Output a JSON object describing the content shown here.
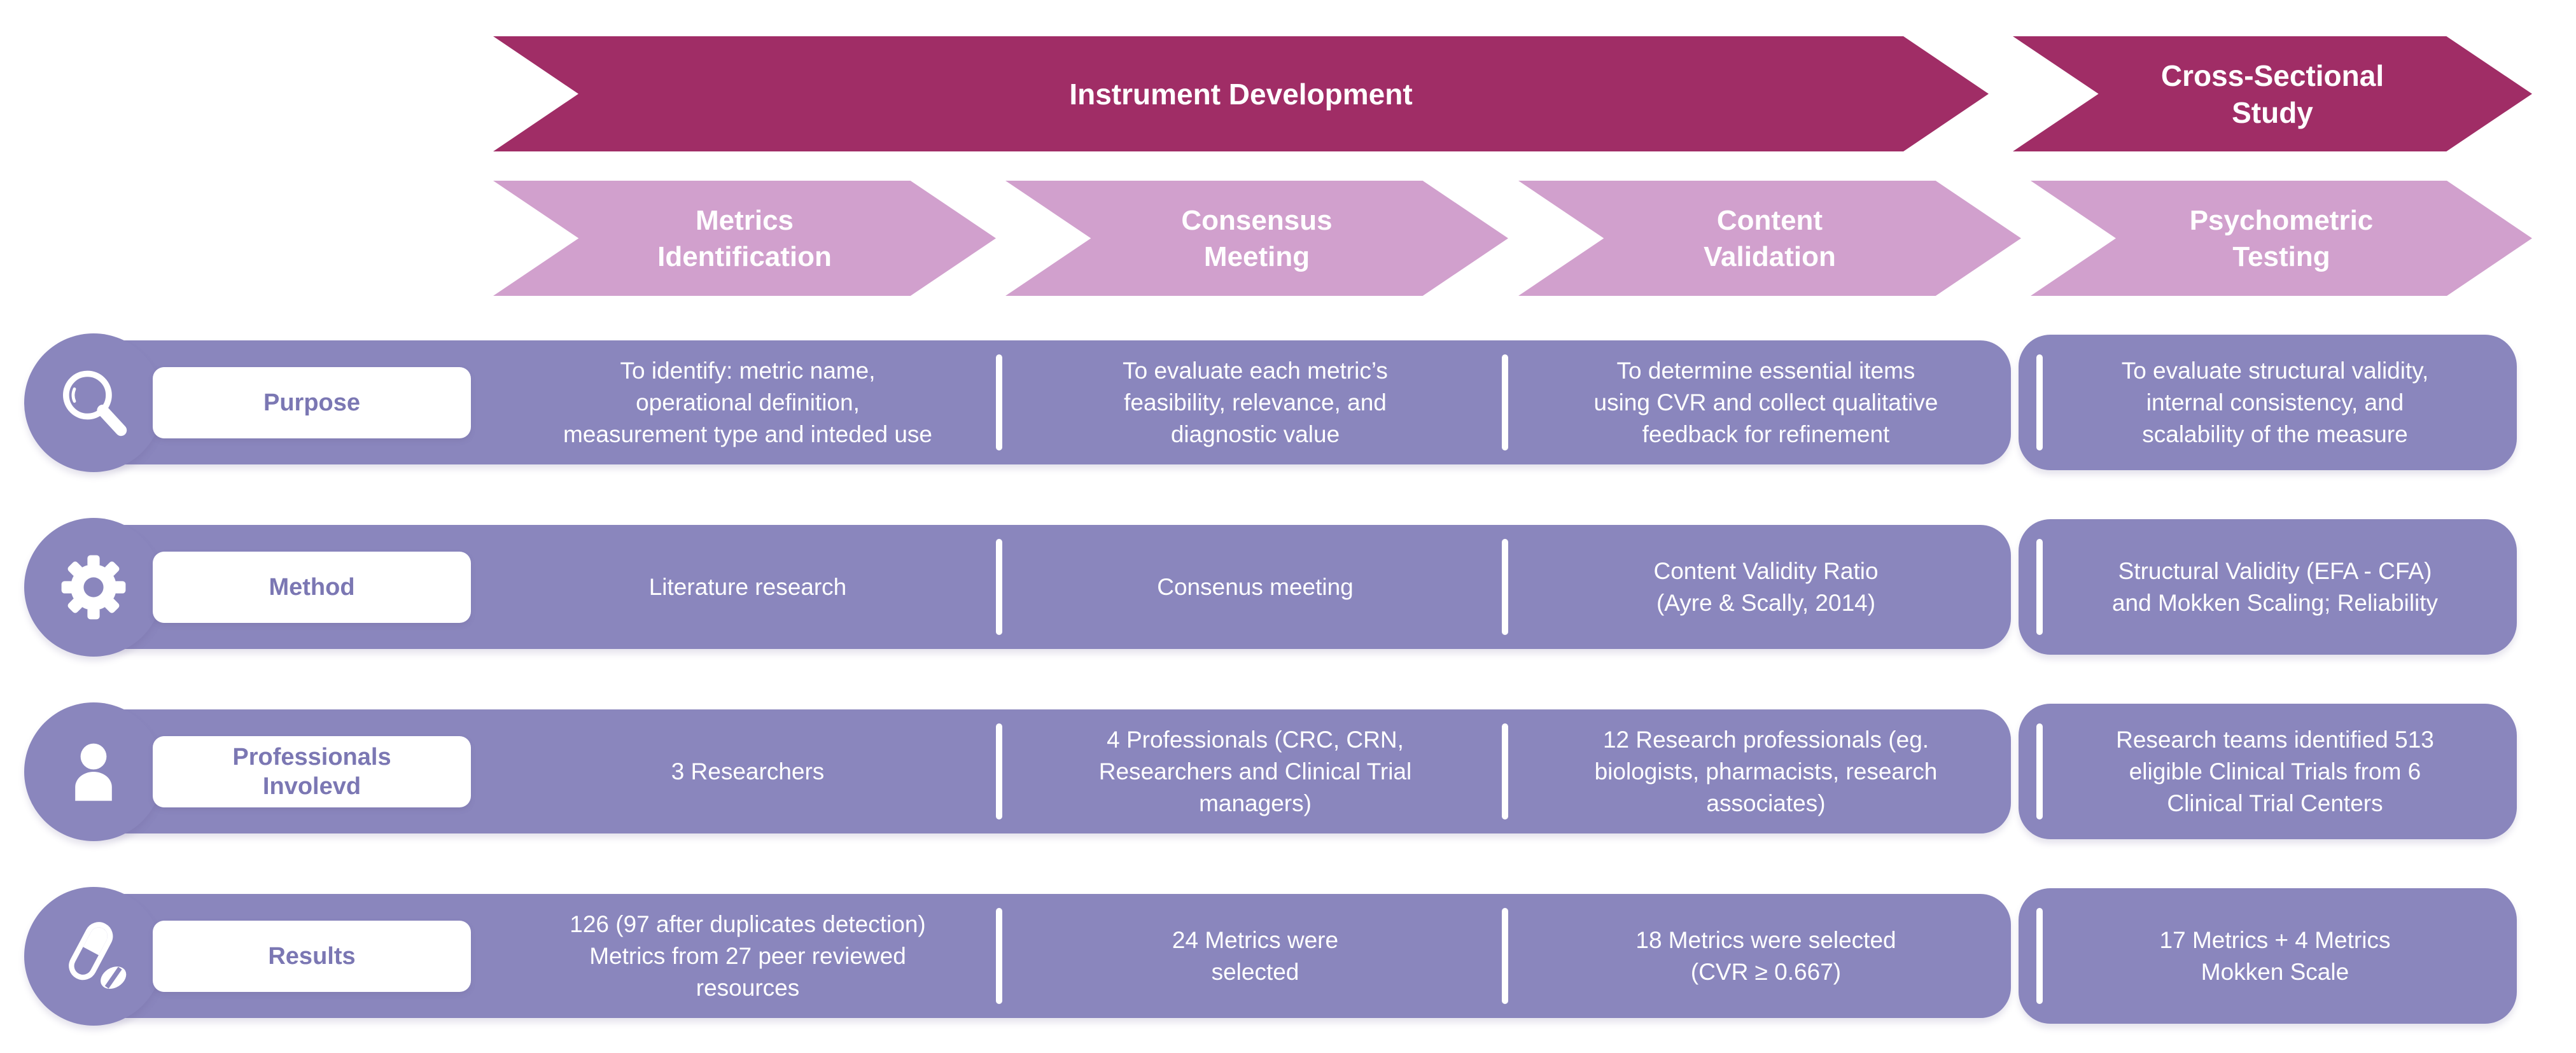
{
  "colors": {
    "dark": "#a02d66",
    "light": "#d1a0cd",
    "band": "#8a86bd",
    "label": "#7b77b3"
  },
  "title_arrows": [
    {
      "label": "Instrument Development"
    },
    {
      "label": "Cross-Sectional\nStudy"
    }
  ],
  "phase_arrows": [
    {
      "label": "Metrics\nIdentification"
    },
    {
      "label": "Consensus\nMeeting"
    },
    {
      "label": "Content\nValidation"
    },
    {
      "label": "Psychometric\nTesting"
    }
  ],
  "rows": [
    {
      "label": "Purpose",
      "icon": "magnifier-icon",
      "cells": [
        "To identify: metric name,\noperational definition,\nmeasurement type and inteded use",
        "To evaluate each metric’s\nfeasibility, relevance, and\ndiagnostic value",
        "To determine essential items\nusing CVR and collect qualitative\nfeedback for refinement",
        "To evaluate structural validity,\ninternal consistency, and\nscalability of the measure"
      ]
    },
    {
      "label": "Method",
      "icon": "gear-icon",
      "cells": [
        "Literature research",
        "Consenus meeting",
        "Content Validity Ratio\n(Ayre & Scally, 2014)",
        "Structural Validity (EFA - CFA)\nand Mokken Scaling; Reliability"
      ]
    },
    {
      "label": "Professionals\nInvolevd",
      "icon": "person-icon",
      "cells": [
        "3 Researchers",
        "4 Professionals (CRC, CRN,\nResearchers and Clinical Trial\nmanagers)",
        "12 Research professionals (eg.\nbiologists, pharmacists, research\nassociates)",
        "Research teams identified 513\neligible Clinical Trials from 6\nClinical Trial Centers"
      ]
    },
    {
      "label": "Results",
      "icon": "pills-icon",
      "cells": [
        "126 (97 after duplicates detection)\nMetrics from 27 peer reviewed\nresources",
        "24 Metrics were\nselected",
        "18 Metrics were selected\n(CVR ≥ 0.667)",
        "17 Metrics + 4 Metrics\nMokken Scale"
      ]
    }
  ]
}
